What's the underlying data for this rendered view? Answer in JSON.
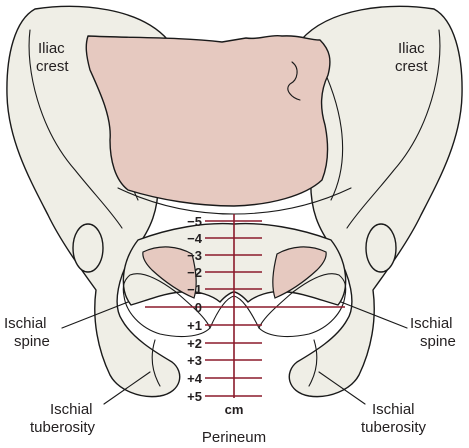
{
  "labels": {
    "iliac_crest_left": [
      "Iliac",
      "crest"
    ],
    "iliac_crest_right": [
      "Iliac",
      "crest"
    ],
    "ischial_spine_left": [
      "Ischial",
      "spine"
    ],
    "ischial_spine_right": [
      "Ischial",
      "spine"
    ],
    "ischial_tuberosity_left": [
      "Ischial",
      "tuberosity"
    ],
    "ischial_tuberosity_right": [
      "Ischial",
      "tuberosity"
    ],
    "perineum": "Perineum"
  },
  "station_scale": {
    "ticks": [
      "−5",
      "−4",
      "−3",
      "−2",
      "−1",
      "0",
      "+1",
      "+2",
      "+3",
      "+4",
      "+5"
    ],
    "unit": "cm",
    "color": "#8b1a2b"
  },
  "colors": {
    "bone": "#efeee6",
    "sacrum": "#e6c9c0",
    "outline": "#1a1a1a"
  }
}
